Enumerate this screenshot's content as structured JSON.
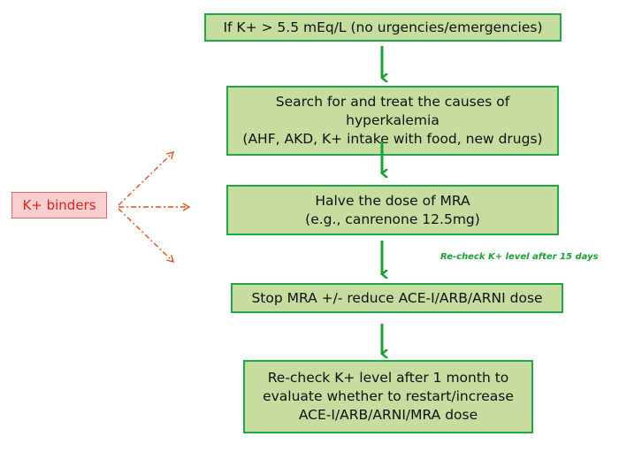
{
  "flow": {
    "step1": "If K+ > 5.5 mEq/L  (no urgencies/emergencies)",
    "step2": "Search for and treat the causes of\nhyperkalemia\n(AHF, AKD, K+ intake with food, new  drugs)",
    "step3": "Halve the dose of  MRA\n(e.g., canrenone 12.5mg)",
    "step4": "Stop MRA +/- reduce ACE-I/ARB/ARNI dose",
    "step5": "Re-check K+ level after 1 month to\nevaluate whether to restart/increase\nACE-I/ARB/ARNI/MRA dose"
  },
  "side": {
    "binders_label": "K+ binders",
    "recheck_note": "Re-check K+ level after 15 days"
  },
  "colors": {
    "box_fill": "#c6dd9f",
    "box_border": "#22a64a",
    "arrow_green": "#1aa033",
    "binders_text": "#e0201b",
    "binders_fill": "#f9cfcf",
    "dashed_arrow": "#d9541e"
  }
}
